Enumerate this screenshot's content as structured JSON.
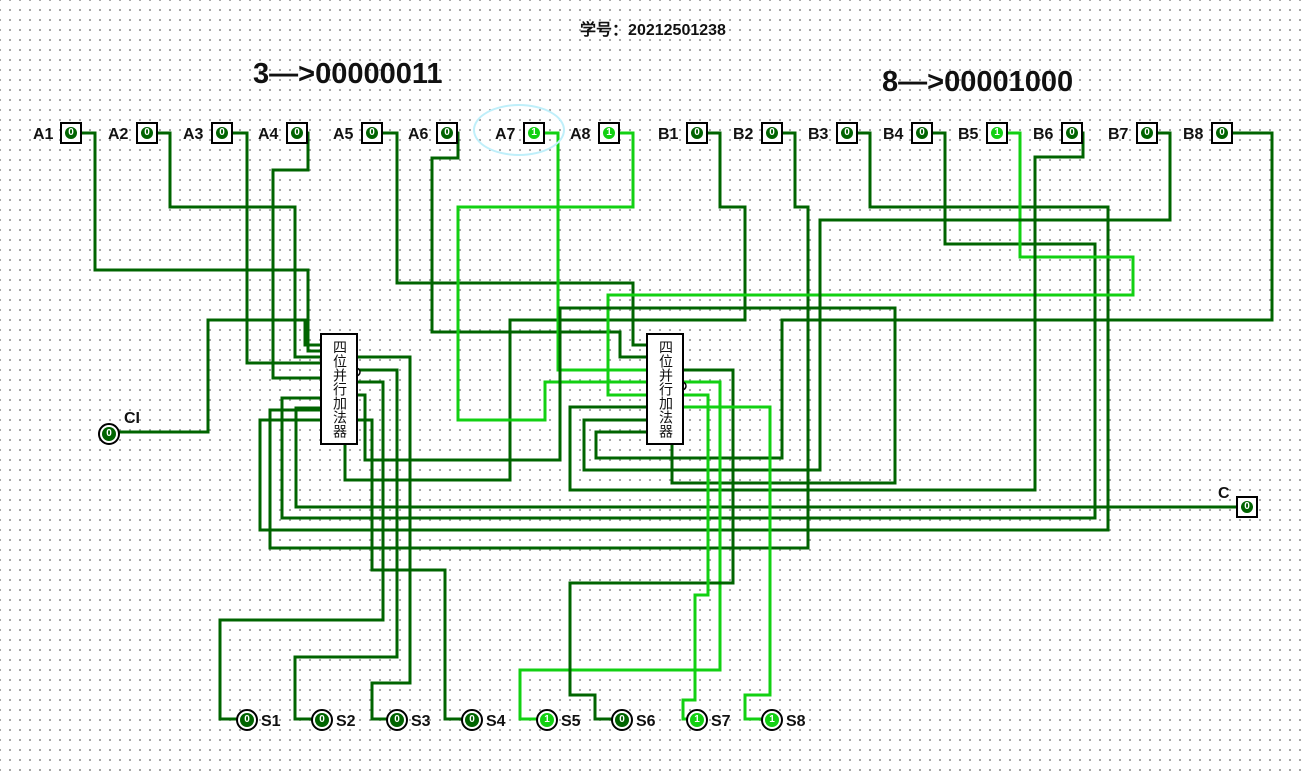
{
  "header": {
    "student_id": "学号：20212501238"
  },
  "annotations": {
    "a_conversion": "3—>00000011",
    "b_conversion": "8—>00001000"
  },
  "inputs_a": [
    {
      "label": "A1",
      "value": "0"
    },
    {
      "label": "A2",
      "value": "0"
    },
    {
      "label": "A3",
      "value": "0"
    },
    {
      "label": "A4",
      "value": "0"
    },
    {
      "label": "A5",
      "value": "0"
    },
    {
      "label": "A6",
      "value": "0"
    },
    {
      "label": "A7",
      "value": "1"
    },
    {
      "label": "A8",
      "value": "1"
    }
  ],
  "inputs_b": [
    {
      "label": "B1",
      "value": "0"
    },
    {
      "label": "B2",
      "value": "0"
    },
    {
      "label": "B3",
      "value": "0"
    },
    {
      "label": "B4",
      "value": "0"
    },
    {
      "label": "B5",
      "value": "1"
    },
    {
      "label": "B6",
      "value": "0"
    },
    {
      "label": "B7",
      "value": "0"
    },
    {
      "label": "B8",
      "value": "0"
    }
  ],
  "carry_in": {
    "label": "CI",
    "value": "0"
  },
  "carry_out": {
    "label": "C",
    "value": "0"
  },
  "outputs": [
    {
      "label": "S1",
      "value": "0"
    },
    {
      "label": "S2",
      "value": "0"
    },
    {
      "label": "S3",
      "value": "0"
    },
    {
      "label": "S4",
      "value": "0"
    },
    {
      "label": "S5",
      "value": "1"
    },
    {
      "label": "S6",
      "value": "0"
    },
    {
      "label": "S7",
      "value": "1"
    },
    {
      "label": "S8",
      "value": "1"
    }
  ],
  "adders": [
    {
      "name": "四位并行加法器"
    },
    {
      "name": "四位并行加法器"
    }
  ],
  "colors": {
    "wire_low": "#006400",
    "wire_high": "#12d012",
    "highlight": "#bfeffa"
  }
}
